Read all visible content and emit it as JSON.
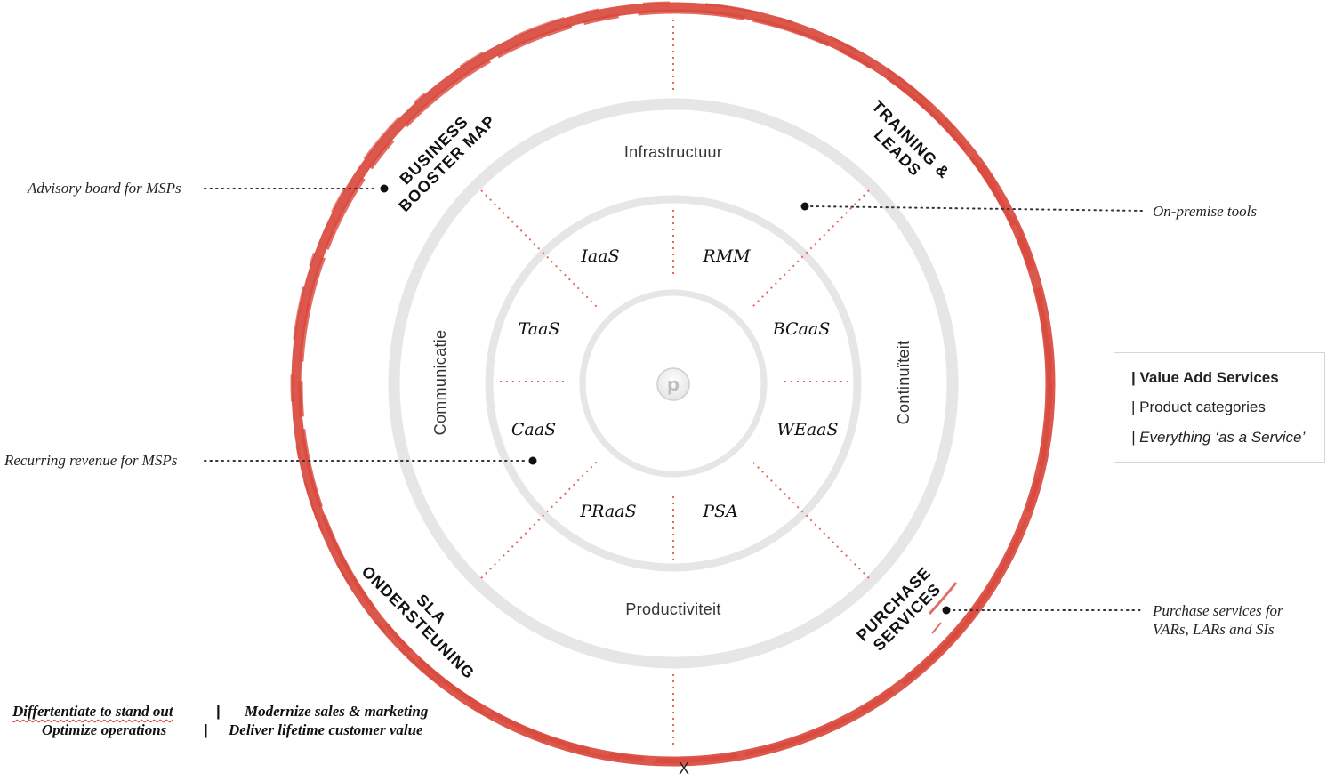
{
  "center_logo": "p",
  "categories": {
    "top": "Infrastructuur",
    "bottom": "Productiviteit",
    "left": "Communicatie",
    "right": "Continuïteit"
  },
  "services": [
    "IaaS",
    "RMM",
    "TaaS",
    "BCaaS",
    "CaaS",
    "WEaaS",
    "PRaaS",
    "PSA"
  ],
  "value_add": {
    "business_booster": [
      "BUSINESS",
      "BOOSTER MAP"
    ],
    "training_leads": [
      "TRAINING &",
      "LEADS"
    ],
    "sla": [
      "SLA",
      "ONDERSTEUNING"
    ],
    "purchase": [
      "PURCHASE",
      "SERVICES"
    ]
  },
  "annotations": {
    "advisory": "Advisory board for MSPs",
    "onpremise": "On-premise tools",
    "recurring": "Recurring revenue for MSPs",
    "purchase_line1": "Purchase services for",
    "purchase_line2": "VARs, LARs and SIs"
  },
  "legend": {
    "item1": "| Value Add Services",
    "item2": "| Product categories",
    "item3": "| Everything ‘as a Service’"
  },
  "taglines": {
    "t1": "Differtentiate to stand out",
    "sep": "|",
    "t2": "Modernize sales & marketing",
    "t3": "Optimize operations",
    "t4": "Deliver lifetime customer value"
  },
  "bottom_mark": "X",
  "colors": {
    "brush_red": "#d9493d",
    "dotted_red": "#e06b55",
    "ring_grey": "#e6e6e6"
  }
}
